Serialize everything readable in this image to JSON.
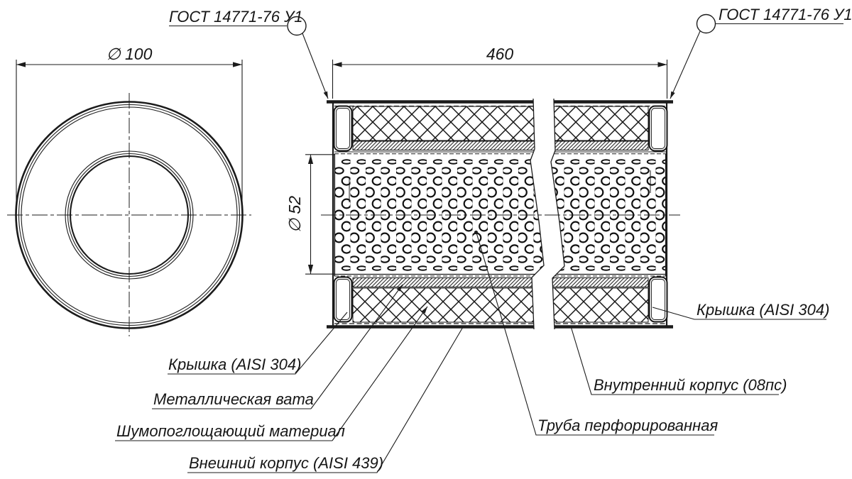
{
  "drawing": {
    "title_hint": "muffler resonator section drawing",
    "weld_note_left": "ГОСТ 14771-76 У1",
    "weld_note_right": "ГОСТ 14771-76 У1",
    "dims": {
      "length": "460",
      "outer_diameter": "∅ 100",
      "pipe_diameter": "∅ 52"
    },
    "callouts": {
      "cap_left": "Крышка (AISI 304)",
      "metal_wool": "Металлическая вата",
      "sound_absorber": "Шумопоглощающий материал",
      "outer_shell": "Внешний корпус (AISI 439)",
      "pipe_perforated": "Труба перфорированная",
      "inner_shell": "Внутренний корпус (08пс)",
      "cap_right": "Крышка (AISI 304)"
    },
    "colors": {
      "line": "#1b1b1b",
      "background": "#ffffff"
    }
  }
}
